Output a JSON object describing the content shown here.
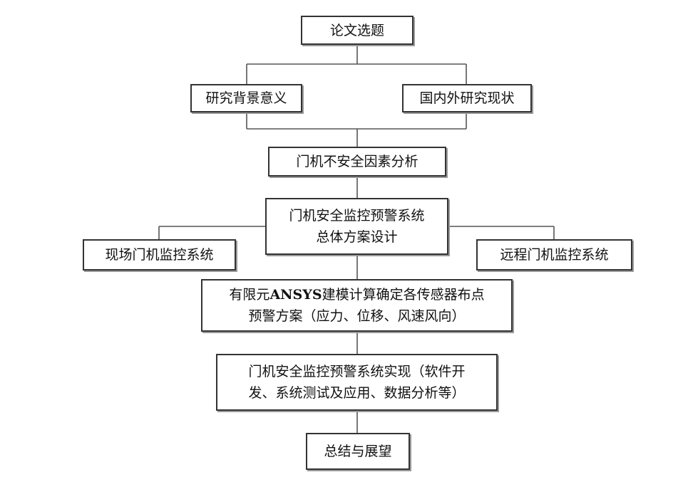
{
  "nodes": {
    "topic": "论文选题",
    "background": "研究背景意义",
    "status": "国内外研究现状",
    "factors": "门机不安全因素分析",
    "overall_line1": "门机安全监控预警系统",
    "overall_line2": "总体方案设计",
    "onsite": "现场门机监控系统",
    "remote": "远程门机监控系统",
    "fem_prefix": "有限元",
    "fem_bold": "ANSYS",
    "fem_suffix": "建模计算确定各传感器布点",
    "fem_line2": "预警方案（应力、位移、风速风向）",
    "impl_line1": "门机安全监控预警系统实现（软件开",
    "impl_line2": "发、系统测试及应用、数据分析等）",
    "summary": "总结与展望"
  }
}
